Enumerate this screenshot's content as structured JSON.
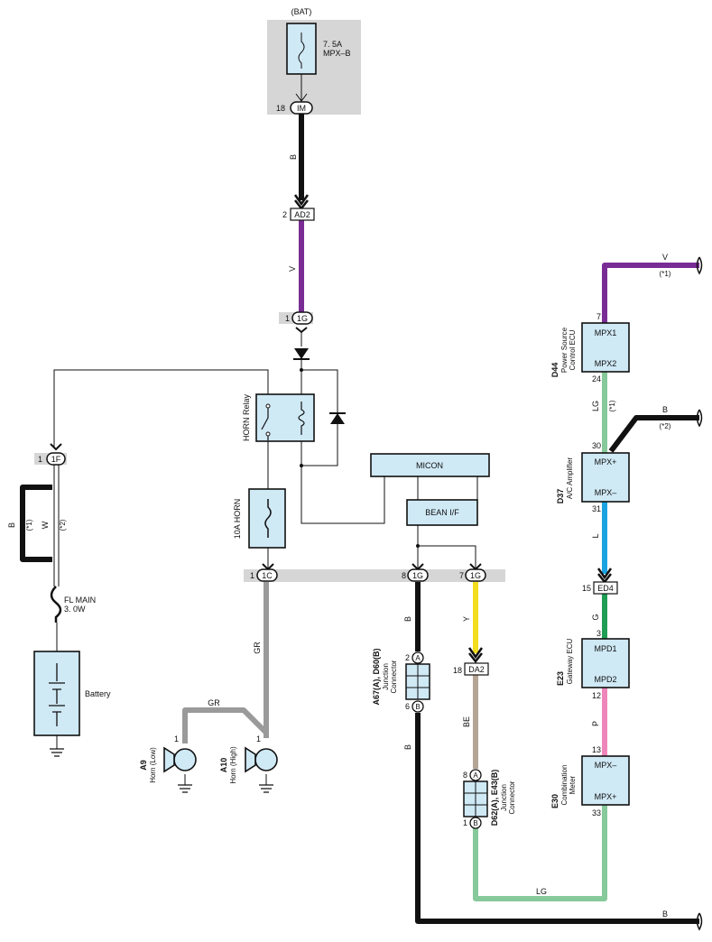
{
  "colors": {
    "wire_black": "#111111",
    "wire_violet": "#7a2c95",
    "wire_gray": "#9a9a9a",
    "wire_lightgreen": "#86c99a",
    "wire_yellow": "#f2dd1e",
    "wire_beige": "#b5a595",
    "wire_blue": "#1aa3e0",
    "wire_green": "#1f9d55",
    "wire_pink": "#ee86bb",
    "component_fill": "#cfe9f5",
    "shade_gray": "#d6d6d6"
  },
  "fuse_top": {
    "supply": "(BAT)",
    "rating": "7. 5A",
    "name": "MPX–B"
  },
  "connectors": {
    "im": {
      "id": "IM",
      "pin": "18"
    },
    "ad2": {
      "id": "AD2",
      "pin": "2"
    },
    "g1_top": {
      "id": "1G",
      "pin": "1"
    },
    "f1": {
      "id": "1F",
      "pin": "1"
    },
    "c1": {
      "id": "1C",
      "pin": "1"
    },
    "g1_mid": {
      "id": "1G",
      "pin": "8"
    },
    "g1_right": {
      "id": "1G",
      "pin": "7"
    },
    "da2": {
      "id": "DA2",
      "pin": "18"
    },
    "ed4": {
      "id": "ED4",
      "pin": "15"
    }
  },
  "wire_codes": {
    "b_top": "B",
    "v_top": "V",
    "b_left": "B",
    "w_left": "W",
    "gr_vertical": "GR",
    "gr_horizontal": "GR",
    "b_mid": "B",
    "b_mid_lower": "B",
    "y": "Y",
    "be": "BE",
    "lg_bottom": "LG",
    "b_bottom": "B",
    "v_right": "V",
    "lg_right": "LG",
    "b_right": "B",
    "l_right": "L",
    "g_right": "G",
    "p_right": "P"
  },
  "notes": {
    "n1": "(*1)",
    "n2": "(*2)"
  },
  "relay": {
    "name": "HORN Relay"
  },
  "fuse_horn": {
    "name": "10A HORN"
  },
  "fusible_link": {
    "name": "FL MAIN",
    "rating": "3. 0W"
  },
  "battery": {
    "name": "Battery"
  },
  "micon": {
    "label": "MICON"
  },
  "bean": {
    "label": "BEAN I/F"
  },
  "horns": [
    {
      "code": "A9",
      "name": "Horn (Low)",
      "pin": "1"
    },
    {
      "code": "A10",
      "name": "Horn (High)",
      "pin": "1"
    }
  ],
  "junction_left": {
    "code": "A67(A), D60(B)",
    "name_line1": "Junction",
    "name_line2": "Connector",
    "pin_a": "2",
    "pin_b": "6",
    "a": "A",
    "b": "B"
  },
  "junction_right": {
    "code": "D62(A), E43(B)",
    "name_line1": "Junction",
    "name_line2": "Connector",
    "pin_a": "8",
    "pin_b": "1",
    "a": "A",
    "b": "B"
  },
  "ecus": [
    {
      "code": "D44",
      "name_line1": "Power Source",
      "name_line2": "Control ECU",
      "t1": "MPX1",
      "t2": "MPX2",
      "p1": "7",
      "p2": "24"
    },
    {
      "code": "D37",
      "name_line1": "A/C Amplifier",
      "name_line2": "",
      "t1": "MPX+",
      "t2": "MPX–",
      "p1": "30",
      "p2": "31"
    },
    {
      "code": "E23",
      "name_line1": "Gateway ECU",
      "name_line2": "",
      "t1": "MPD1",
      "t2": "MPD2",
      "p1": "3",
      "p2": "12"
    },
    {
      "code": "E30",
      "name_line1": "Combination",
      "name_line2": "Meter",
      "t1": "MPX–",
      "t2": "MPX+",
      "p1": "13",
      "p2": "33"
    }
  ]
}
